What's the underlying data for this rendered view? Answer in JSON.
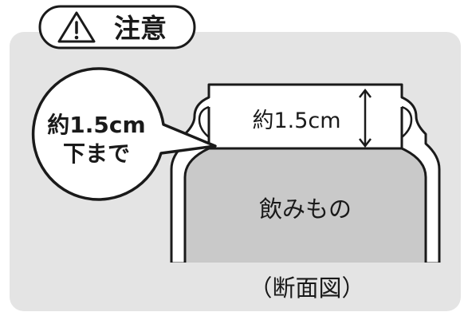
{
  "header": {
    "warning_symbol": "⚠",
    "title": "注意"
  },
  "callout": {
    "line1": "約1.5cm",
    "line2": "下まで"
  },
  "bottle": {
    "headspace_label": "約1.5cm",
    "contents_label": "飲みもの"
  },
  "caption": "（断面図）",
  "colors": {
    "panel": "#e4e4e4",
    "liquid": "#c9c9c9",
    "outline": "#1a1a1a",
    "fill_white": "#ffffff"
  },
  "icons": [
    "warning-icon",
    "double-arrow-icon"
  ]
}
